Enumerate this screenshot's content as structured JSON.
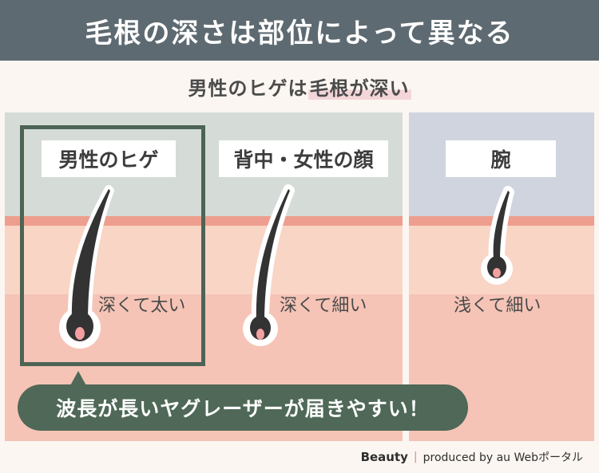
{
  "header": {
    "title": "毛根の深さは部位によって異なる"
  },
  "subtitle": {
    "prefix": "男性のヒゲは",
    "highlight": "毛根が深い"
  },
  "columns": [
    {
      "label": "男性のヒゲ",
      "description": "深くて太い",
      "highlighted": true
    },
    {
      "label": "背中・女性の顔",
      "description": "深くて細い",
      "highlighted": false
    },
    {
      "label": "腕",
      "description": "浅くて細い",
      "highlighted": false
    }
  ],
  "callout": {
    "text": "波長が長いヤグレーザーが届きやすい！"
  },
  "footer": {
    "brand": "Beauty",
    "separator": "|",
    "credit": "produced by au Webポータル"
  },
  "colors": {
    "header_bg": "#5e6a71",
    "accent_green": "#4f6857",
    "skin": "#f9d5c5",
    "skin_band": "#ee9e8e",
    "panel_top_left": "#d5dcd8",
    "panel_top_right": "#cfd4de",
    "hair": "#333333",
    "hair_bulb": "#f4a0a0"
  }
}
